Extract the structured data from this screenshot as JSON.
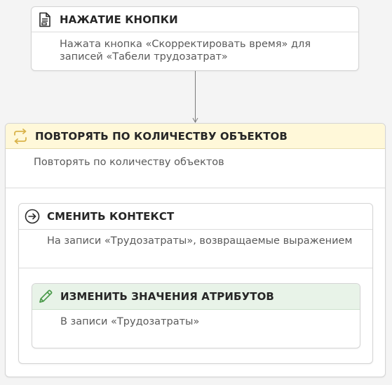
{
  "press_card": {
    "title": "НАЖАТИЕ КНОПКИ",
    "description": "Нажата кнопка «Скорректировать время» для записей «Табели трудозатрат»",
    "icon": "document-icon"
  },
  "repeat_card": {
    "title": "ПОВТОРЯТЬ ПО КОЛИЧЕСТВУ ОБЪЕКТОВ",
    "description": "Повторять по количеству объектов",
    "icon": "repeat-icon",
    "header_color": "#fff8d9"
  },
  "context_card": {
    "title": "СМЕНИТЬ КОНТЕКСТ",
    "description": "На записи «Трудозатраты», возвращаемые выражением",
    "icon": "arrow-right-circle-icon"
  },
  "change_card": {
    "title": "ИЗМЕНИТЬ ЗНАЧЕНИЯ АТРИБУТОВ",
    "description": "В записи «Трудозатраты»",
    "icon": "pencil-icon",
    "header_color": "#e8f3e8"
  }
}
